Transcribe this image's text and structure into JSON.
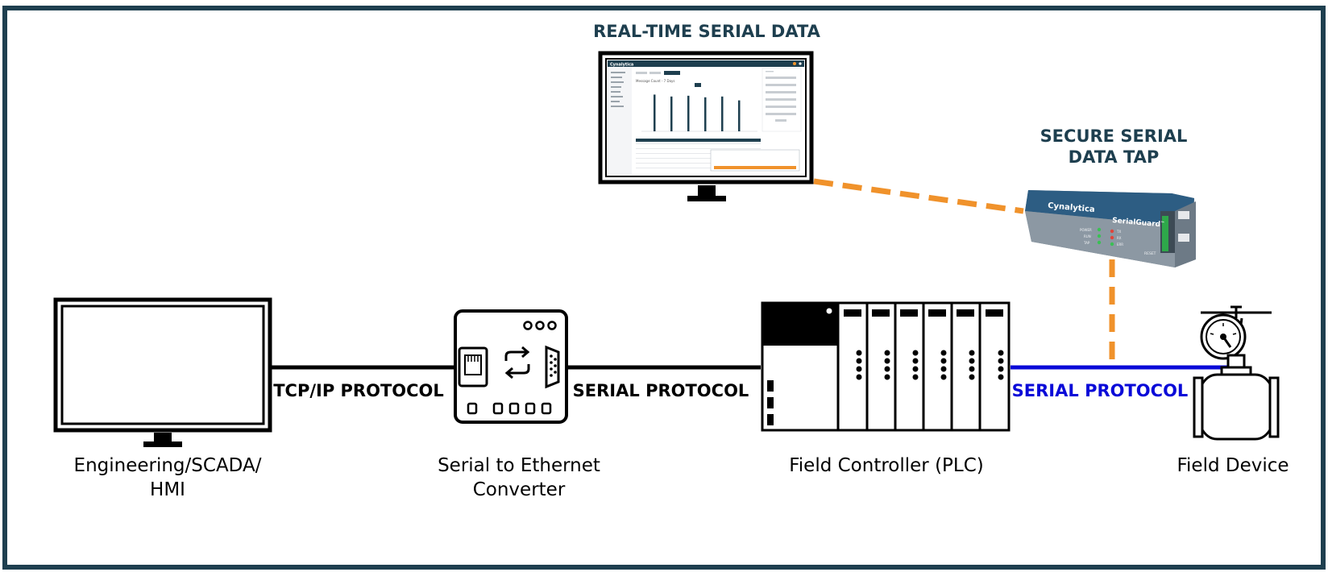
{
  "diagram": {
    "monitor_title": "REAL-TIME SERIAL DATA",
    "tap_title": {
      "line1": "SECURE SERIAL",
      "line2": "DATA TAP"
    },
    "tap_device": {
      "brand": "Cynalytica",
      "product": "SerialGuard",
      "product_mark": "™",
      "reset_label": "RESET",
      "leds": [
        "POWER",
        "RUN",
        "TAP",
        "TX",
        "RX",
        "ERR"
      ]
    },
    "links": {
      "tcp_ip": "TCP/IP PROTOCOL",
      "serial_1": "SERIAL PROTOCOL",
      "serial_2": "SERIAL PROTOCOL"
    },
    "nodes": {
      "hmi": {
        "line1": "Engineering/SCADA/",
        "line2": "HMI"
      },
      "converter": {
        "line1": "Serial to Ethernet",
        "line2": "Converter"
      },
      "plc": {
        "line1": "Field Controller (PLC)"
      },
      "device": {
        "line1": "Field Device"
      }
    },
    "screen_app": {
      "brand": "Cynalytica",
      "chart_title": "Message Count - 7 Days",
      "bar_levels": [
        0.95,
        0.9,
        0.92,
        0.88,
        0.9,
        0.8
      ]
    }
  },
  "colors": {
    "frame": "#1e3f4f",
    "heading": "#1e3f4f",
    "line": "#000000",
    "serial_highlight": "#0a0ad8",
    "tap_link": "#f0922b",
    "device_body": "#7c8a96",
    "device_top": "#2d5d83"
  }
}
